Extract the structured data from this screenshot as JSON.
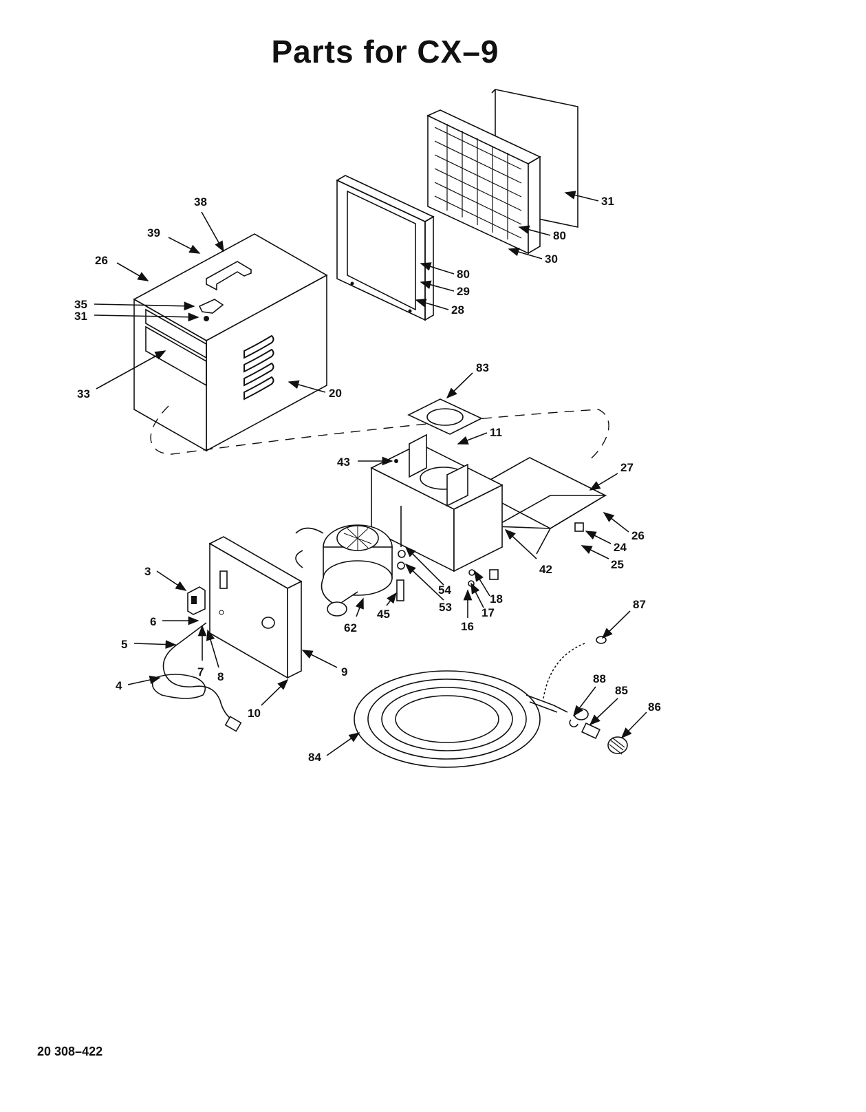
{
  "page": {
    "title": "Parts for CX–9",
    "footer": "20  308–422"
  },
  "callouts": [
    {
      "id": "c31a",
      "label": "31"
    },
    {
      "id": "c80a",
      "label": "80"
    },
    {
      "id": "c30",
      "label": "30"
    },
    {
      "id": "c80b",
      "label": "80"
    },
    {
      "id": "c29",
      "label": "29"
    },
    {
      "id": "c28",
      "label": "28"
    },
    {
      "id": "c38",
      "label": "38"
    },
    {
      "id": "c39",
      "label": "39"
    },
    {
      "id": "c26a",
      "label": "26"
    },
    {
      "id": "c35",
      "label": "35"
    },
    {
      "id": "c31b",
      "label": "31"
    },
    {
      "id": "c33",
      "label": "33"
    },
    {
      "id": "c20",
      "label": "20"
    },
    {
      "id": "c83",
      "label": "83"
    },
    {
      "id": "c11",
      "label": "11"
    },
    {
      "id": "c43",
      "label": "43"
    },
    {
      "id": "c27",
      "label": "27"
    },
    {
      "id": "c26b",
      "label": "26"
    },
    {
      "id": "c24",
      "label": "24"
    },
    {
      "id": "c25",
      "label": "25"
    },
    {
      "id": "c42",
      "label": "42"
    },
    {
      "id": "c18",
      "label": "18"
    },
    {
      "id": "c17",
      "label": "17"
    },
    {
      "id": "c16",
      "label": "16"
    },
    {
      "id": "c54",
      "label": "54"
    },
    {
      "id": "c53",
      "label": "53"
    },
    {
      "id": "c45",
      "label": "45"
    },
    {
      "id": "c62",
      "label": "62"
    },
    {
      "id": "c3",
      "label": "3"
    },
    {
      "id": "c6",
      "label": "6"
    },
    {
      "id": "c5",
      "label": "5"
    },
    {
      "id": "c7",
      "label": "7"
    },
    {
      "id": "c8",
      "label": "8"
    },
    {
      "id": "c4",
      "label": "4"
    },
    {
      "id": "c9",
      "label": "9"
    },
    {
      "id": "c10",
      "label": "10"
    },
    {
      "id": "c87",
      "label": "87"
    },
    {
      "id": "c88",
      "label": "88"
    },
    {
      "id": "c85",
      "label": "85"
    },
    {
      "id": "c86",
      "label": "86"
    },
    {
      "id": "c84",
      "label": "84"
    }
  ]
}
